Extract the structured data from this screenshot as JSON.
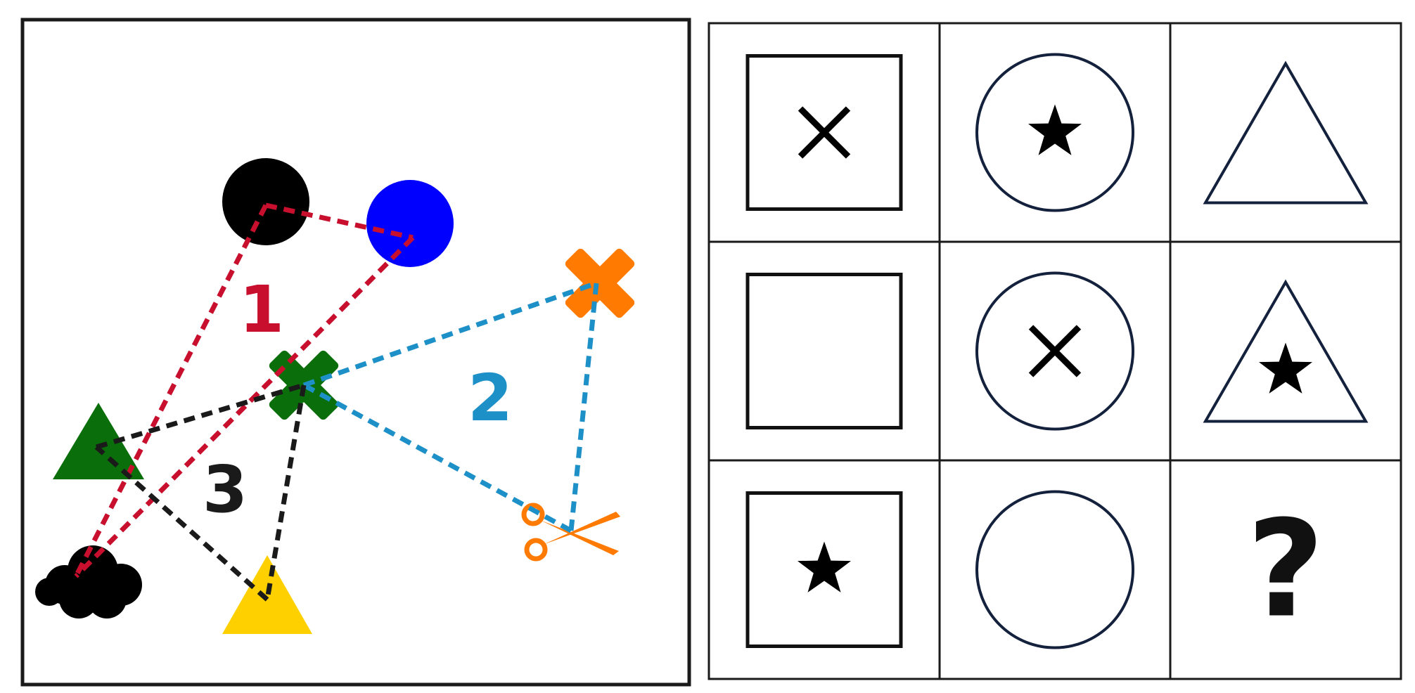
{
  "diagram": {
    "regions": [
      {
        "label": "1",
        "color": "#c8102e"
      },
      {
        "label": "2",
        "color": "#1e90c8"
      },
      {
        "label": "3",
        "color": "#1a1a1a"
      }
    ],
    "shapes": [
      {
        "kind": "circle",
        "color": "#000000",
        "icon": "black-circle-icon"
      },
      {
        "kind": "circle",
        "color": "#0000ff",
        "icon": "blue-circle-icon"
      },
      {
        "kind": "cross",
        "color": "#ff7a00",
        "icon": "orange-cross-icon"
      },
      {
        "kind": "cross",
        "color": "#0a6e0a",
        "icon": "green-cross-icon"
      },
      {
        "kind": "triangle",
        "color": "#0a6e0a",
        "icon": "green-triangle-icon"
      },
      {
        "kind": "scissors",
        "color": "#ff7a00",
        "icon": "scissors-icon"
      },
      {
        "kind": "cloud",
        "color": "#000000",
        "icon": "cloud-icon"
      },
      {
        "kind": "triangle",
        "color": "#ffd000",
        "icon": "yellow-triangle-icon"
      }
    ]
  },
  "matrix": {
    "rows": 3,
    "cols": 3,
    "cells": [
      {
        "outer": "square",
        "inner": "cross"
      },
      {
        "outer": "circle",
        "inner": "star"
      },
      {
        "outer": "triangle",
        "inner": "none"
      },
      {
        "outer": "square",
        "inner": "none"
      },
      {
        "outer": "circle",
        "inner": "cross"
      },
      {
        "outer": "triangle",
        "inner": "star"
      },
      {
        "outer": "square",
        "inner": "star"
      },
      {
        "outer": "circle",
        "inner": "none"
      },
      {
        "outer": "question",
        "inner": "none"
      }
    ],
    "question_mark": "?"
  }
}
